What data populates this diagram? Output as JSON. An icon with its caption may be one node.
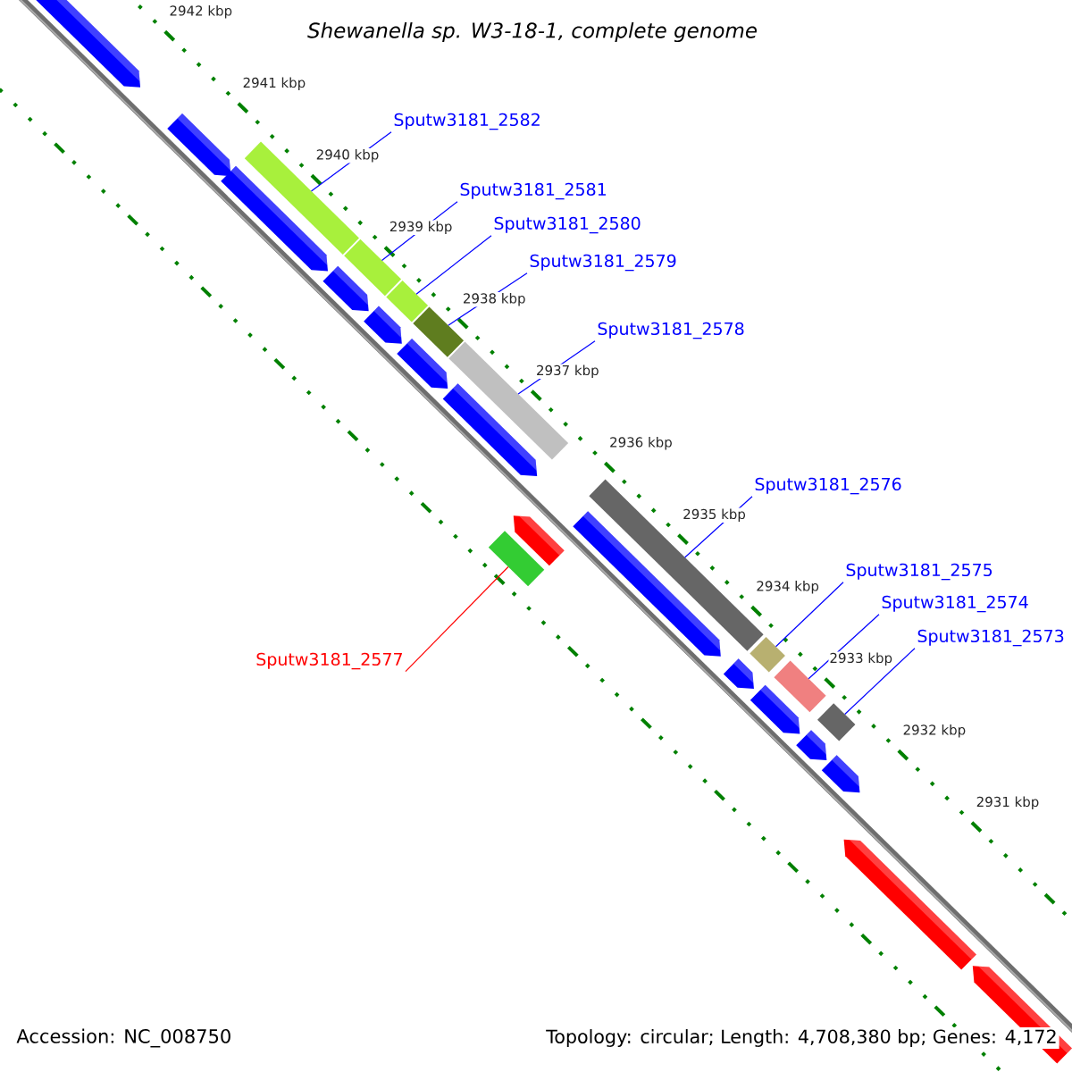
{
  "diagram": {
    "title": "Shewanella sp. W3-18-1, complete genome",
    "nodes": [
      {
        "text": [
          "Sputw3181_2582"
        ]
      },
      {
        "text": [
          "Sputw3181_2581"
        ]
      },
      {
        "text": [
          "Sputw3181_2580"
        ]
      },
      {
        "text": [
          "Sputw3181_2579"
        ]
      },
      {
        "text": [
          "Sputw3181_2578"
        ]
      },
      {
        "text": [
          "Sputw3181_2576"
        ]
      },
      {
        "text": [
          "Sputw3181_2575"
        ]
      },
      {
        "text": [
          "Sputw3181_2574"
        ]
      },
      {
        "text": [
          "Sputw3181_2573"
        ]
      },
      {
        "text": [
          "Sputw3181_2577"
        ]
      },
      {
        "text": [],
        "shape": "bar"
      },
      {
        "text": [],
        "shape": "bar"
      },
      {
        "text": [],
        "shape": "bar"
      },
      {
        "text": [],
        "shape": "bar"
      },
      {
        "text": [],
        "shape": "bar"
      },
      {
        "text": [],
        "shape": "bar"
      },
      {
        "text": [],
        "shape": "bar"
      },
      {
        "text": [],
        "shape": "bar"
      },
      {
        "text": [],
        "shape": "bar"
      },
      {
        "text": [],
        "shape": "bar"
      }
    ],
    "edges": [
      {
        "from": 0,
        "to": 10,
        "arrow": "none"
      },
      {
        "from": 1,
        "to": 11,
        "arrow": "none"
      },
      {
        "from": 2,
        "to": 12,
        "arrow": "none"
      },
      {
        "from": 3,
        "to": 13,
        "arrow": "none"
      },
      {
        "from": 4,
        "to": 14,
        "arrow": "none"
      },
      {
        "from": 5,
        "to": 15,
        "arrow": "none"
      },
      {
        "from": 6,
        "to": 16,
        "arrow": "none"
      },
      {
        "from": 7,
        "to": 17,
        "arrow": "none"
      },
      {
        "from": 8,
        "to": 18,
        "arrow": "none"
      },
      {
        "from": 9,
        "to": 19,
        "arrow": "none",
        "color": "#ff0000"
      }
    ],
    "labels": [
      "2942 kbp",
      "2941 kbp",
      "2940 kbp",
      "2939 kbp",
      "2938 kbp",
      "2937 kbp",
      "2936 kbp",
      "2935 kbp",
      "2934 kbp",
      "2933 kbp",
      "2932 kbp",
      "2931 kbp",
      "Accession: NC_008750",
      "Topology: circular; Length: 4,708,380 bp; Genes: 4,172"
    ]
  }
}
